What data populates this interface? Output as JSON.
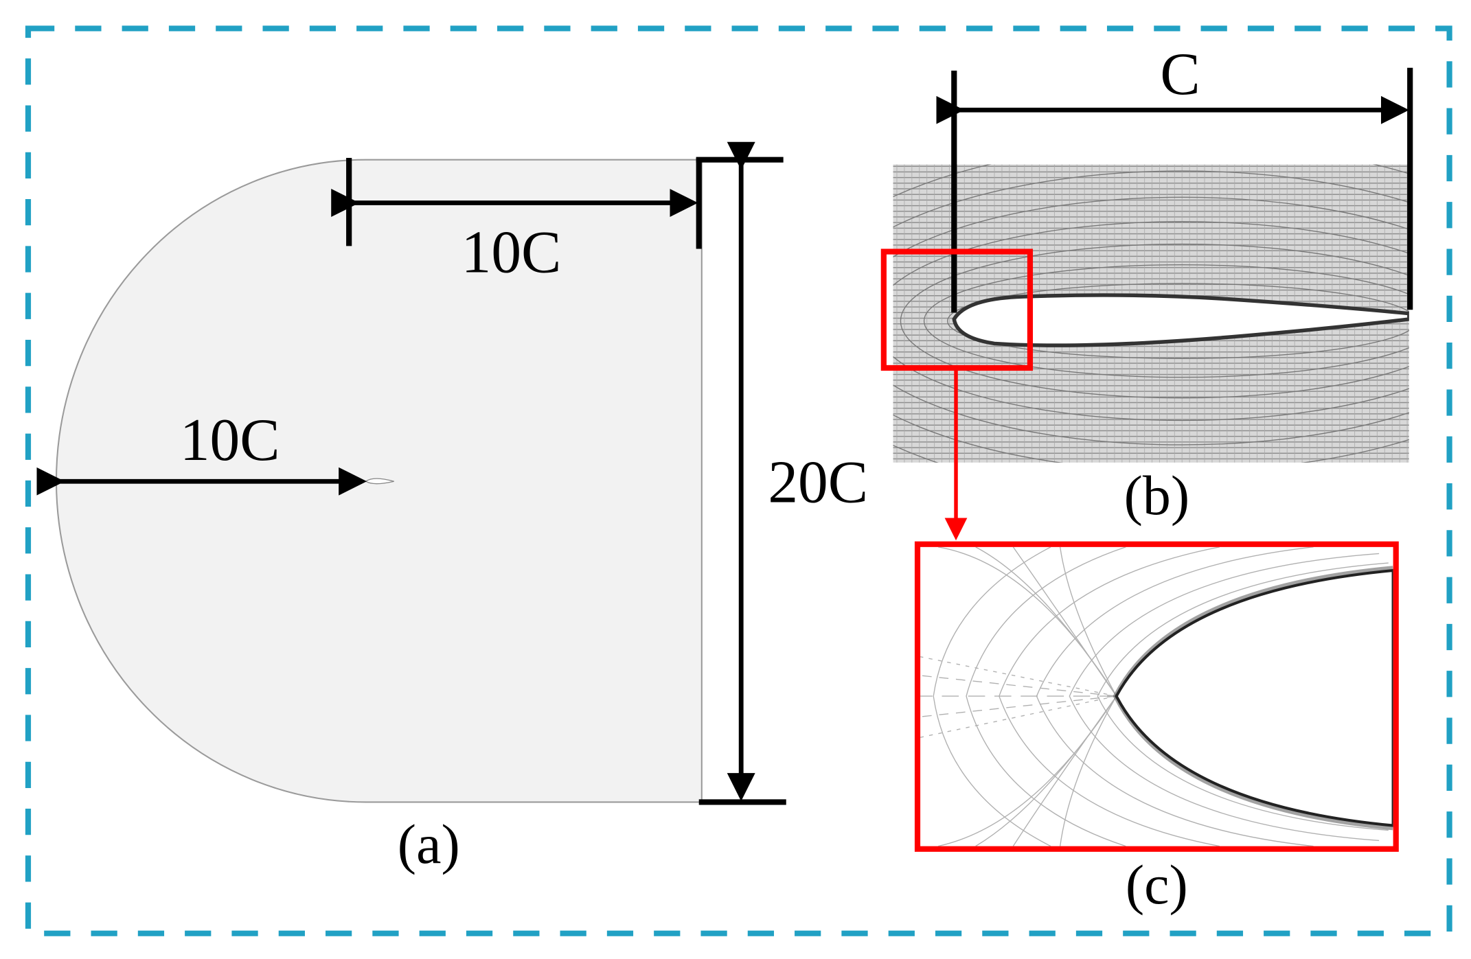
{
  "figure": {
    "border_color": "#21a1c4",
    "highlight_color": "#ff0000",
    "domain_fill": "#f2f2f2",
    "domain_stroke": "#9a9a9a",
    "panel_a": {
      "caption": "(a)",
      "top_dimension_label": "10C",
      "left_dimension_label": "10C",
      "height_dimension_label": "20C"
    },
    "panel_b": {
      "caption": "(b)",
      "chord_label": "C"
    },
    "panel_c": {
      "caption": "(c)"
    }
  }
}
